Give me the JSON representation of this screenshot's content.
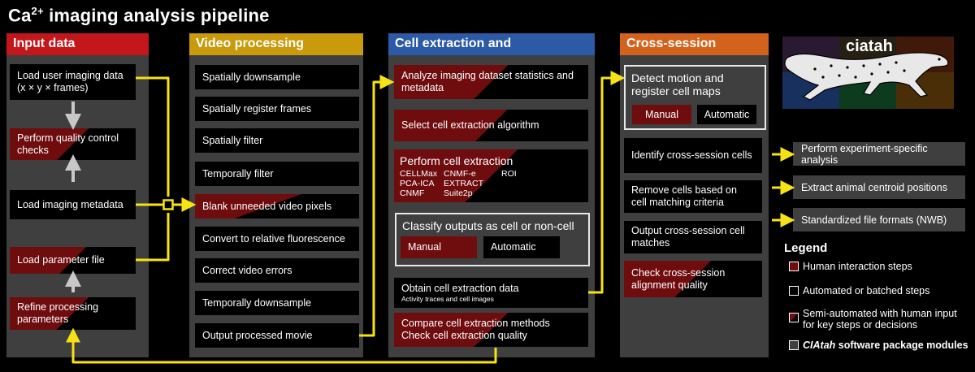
{
  "title": "Ca",
  "title_sup": "2+",
  "title_rest": " imaging analysis pipeline",
  "colors": {
    "input_header": "#c3171b",
    "video_header": "#c89a0c",
    "cell_header": "#2c5aa6",
    "cross_header": "#d2621c",
    "human": "#6e0c0e",
    "automated": "#000000",
    "arrow": "#f7e216",
    "panel": "#3f3f3f"
  },
  "input": {
    "header": "Input data",
    "steps": [
      "Load user imaging data (x × y × frames)",
      "Perform quality control checks",
      "Load imaging metadata",
      "Load parameter file",
      "Refine processing parameters"
    ]
  },
  "video": {
    "header": "Video processing",
    "steps": [
      "Spatially downsample",
      "Spatially register frames",
      "Spatially filter",
      "Temporally filter",
      "Blank unneeded video pixels",
      "Convert to relative fluorescence",
      "Correct video errors",
      "Temporally downsample",
      "Output processed movie"
    ]
  },
  "cell": {
    "header": "Cell extraction and classification",
    "analyze": "Analyze imaging dataset statistics and metadata",
    "select": "Select cell extraction algorithm",
    "perform": "Perform cell extraction",
    "algorithms": [
      "CELLMax",
      "CNMF-e",
      "ROI",
      "PCA-ICA",
      "EXTRACT",
      "CNMF",
      "Suite2p"
    ],
    "classify": "Classify outputs as cell or non-cell",
    "manual": "Manual",
    "automatic": "Automatic",
    "obtain": "Obtain cell extraction data",
    "obtain_sub": "Activity traces and cell images",
    "compare": "Compare cell extraction methods",
    "check": "Check cell extraction quality"
  },
  "cross": {
    "header": "Cross-session analysis",
    "detect": "Detect motion and register cell maps",
    "manual": "Manual",
    "automatic": "Automatic",
    "steps": [
      "Identify cross-session cells",
      "Remove cells based on cell matching criteria",
      "Output cross-session cell matches",
      "Check cross-session alignment quality"
    ]
  },
  "logo": {
    "text": "ciatah",
    "icon": "cheetah-icon"
  },
  "outputs": [
    "Perform experiment-specific analysis",
    "Extract animal centroid positions",
    "Standardized file formats (NWB)"
  ],
  "legend": {
    "title": "Legend",
    "items": [
      "Human interaction steps",
      "Automated or batched steps",
      "Semi-automated with human input for key steps or decisions",
      "CIAtah software package modules"
    ],
    "last_item_italic_part": "CIAtah",
    "last_item_rest": " software package modules"
  }
}
